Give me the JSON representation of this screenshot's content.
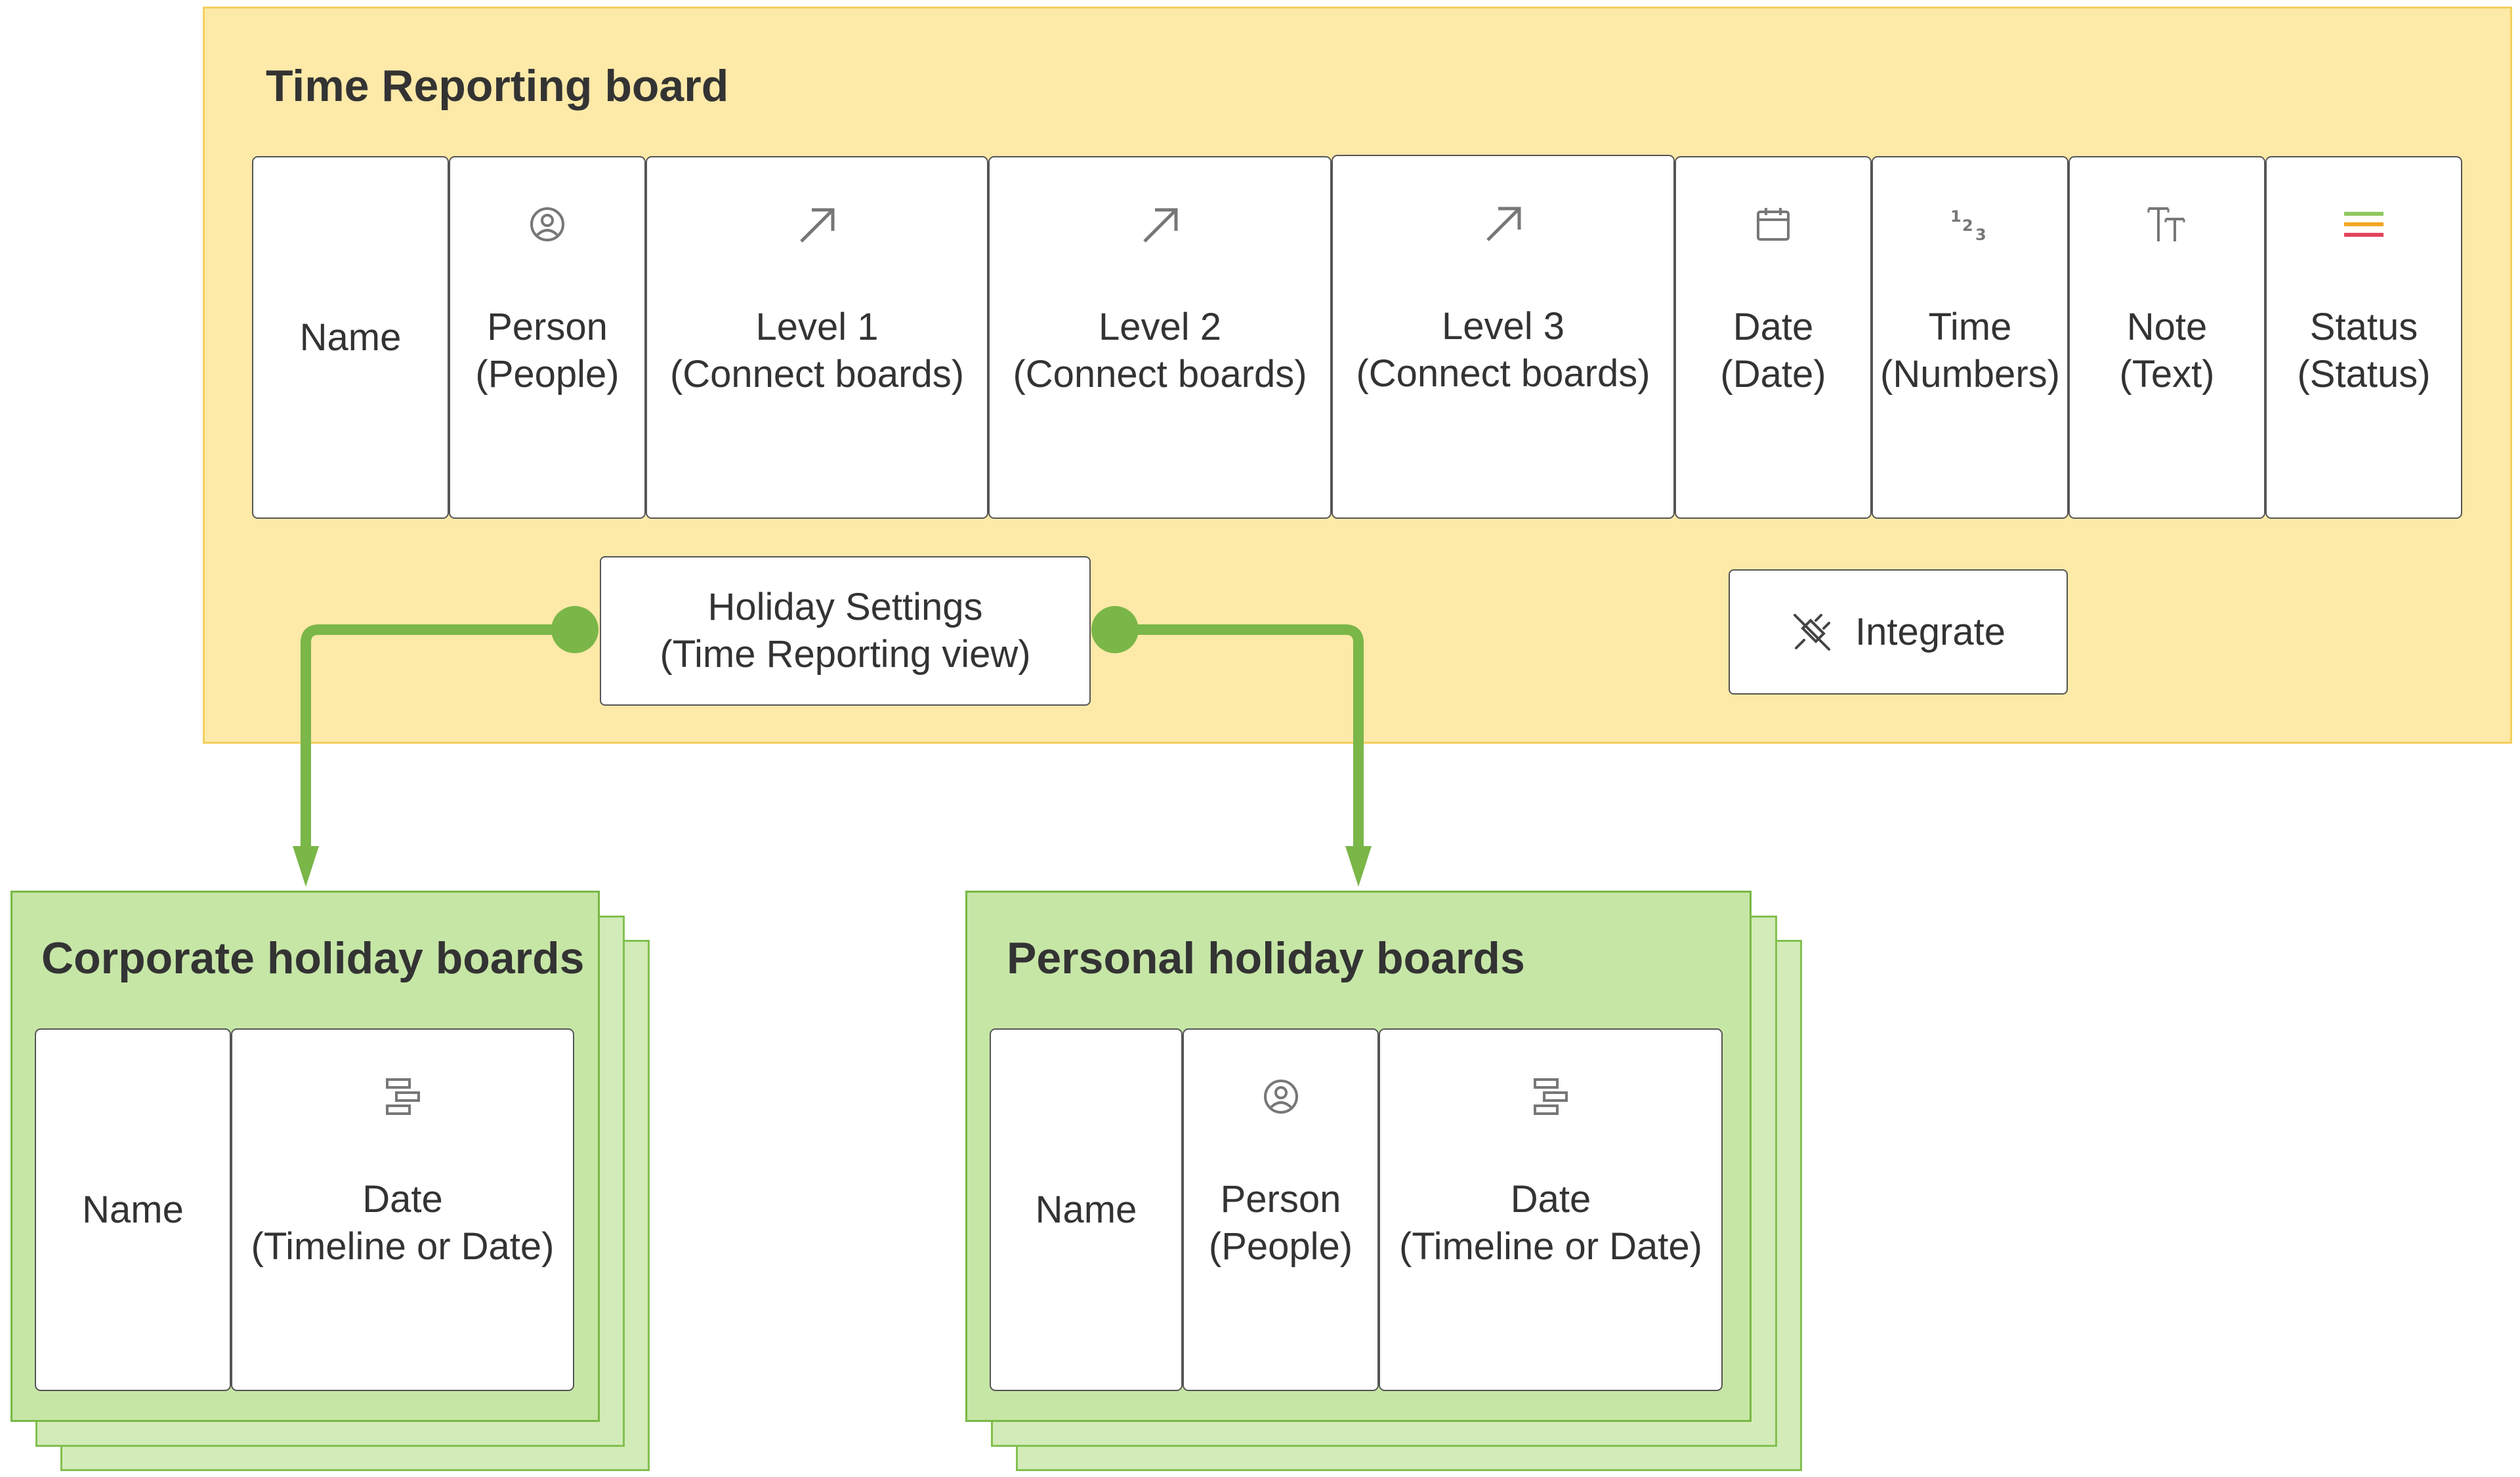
{
  "main_board": {
    "title": "Time Reporting board",
    "columns": [
      {
        "line1": "Name",
        "line2": "",
        "icon": "none"
      },
      {
        "line1": "Person",
        "line2": "(People)",
        "icon": "person-icon"
      },
      {
        "line1": "Level 1",
        "line2": "(Connect boards)",
        "icon": "arrow-up-right-icon"
      },
      {
        "line1": "Level 2",
        "line2": "(Connect boards)",
        "icon": "arrow-up-right-icon"
      },
      {
        "line1": "Level 3",
        "line2": "(Connect boards)",
        "icon": "arrow-up-right-icon"
      },
      {
        "line1": "Date",
        "line2": "(Date)",
        "icon": "calendar-icon"
      },
      {
        "line1": "Time",
        "line2": "(Numbers)",
        "icon": "numbers-icon"
      },
      {
        "line1": "Note",
        "line2": "(Text)",
        "icon": "text-icon"
      },
      {
        "line1": "Status",
        "line2": "(Status)",
        "icon": "status-icon"
      }
    ]
  },
  "holiday_settings": {
    "line1": "Holiday Settings",
    "line2": "(Time Reporting view)"
  },
  "integrate": {
    "label": "Integrate",
    "icon": "plug-icon"
  },
  "corporate_boards": {
    "title": "Corporate holiday boards",
    "columns": [
      {
        "line1": "Name",
        "line2": "",
        "icon": "none"
      },
      {
        "line1": "Date",
        "line2": "(Timeline or Date)",
        "icon": "timeline-icon"
      }
    ]
  },
  "personal_boards": {
    "title": "Personal holiday boards",
    "columns": [
      {
        "line1": "Name",
        "line2": "",
        "icon": "none"
      },
      {
        "line1": "Person",
        "line2": "(People)",
        "icon": "person-icon"
      },
      {
        "line1": "Date",
        "line2": "(Timeline or Date)",
        "icon": "timeline-icon"
      }
    ]
  },
  "colors": {
    "board_fill": "#fde9a8",
    "board_border": "#f3cf5d",
    "holiday_fill": "#c6e6a6",
    "holiday_border": "#78b844",
    "connector": "#7ab648",
    "status_green": "#8fc75e",
    "status_orange": "#f5a623",
    "status_red": "#e2445c"
  }
}
